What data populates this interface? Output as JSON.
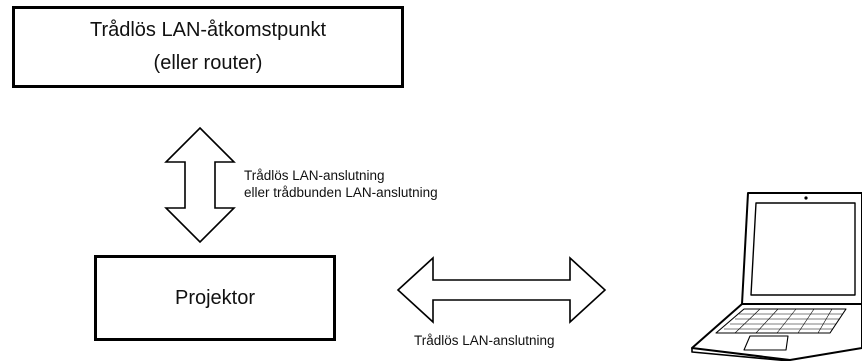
{
  "access_point": {
    "line1": "Trådlös LAN-åtkomstpunkt",
    "line2": "(eller router)"
  },
  "projector": {
    "label": "Projektor"
  },
  "connection_ap_projector": {
    "line1": "Trådlös LAN-anslutning",
    "line2": "eller trådbunden LAN-anslutning"
  },
  "connection_projector_laptop": {
    "label": "Trådlös LAN-anslutning"
  },
  "icons": {
    "vertical_arrow": "double-headed-vertical-arrow",
    "horizontal_arrow": "double-headed-horizontal-arrow",
    "computer": "laptop-computer"
  }
}
